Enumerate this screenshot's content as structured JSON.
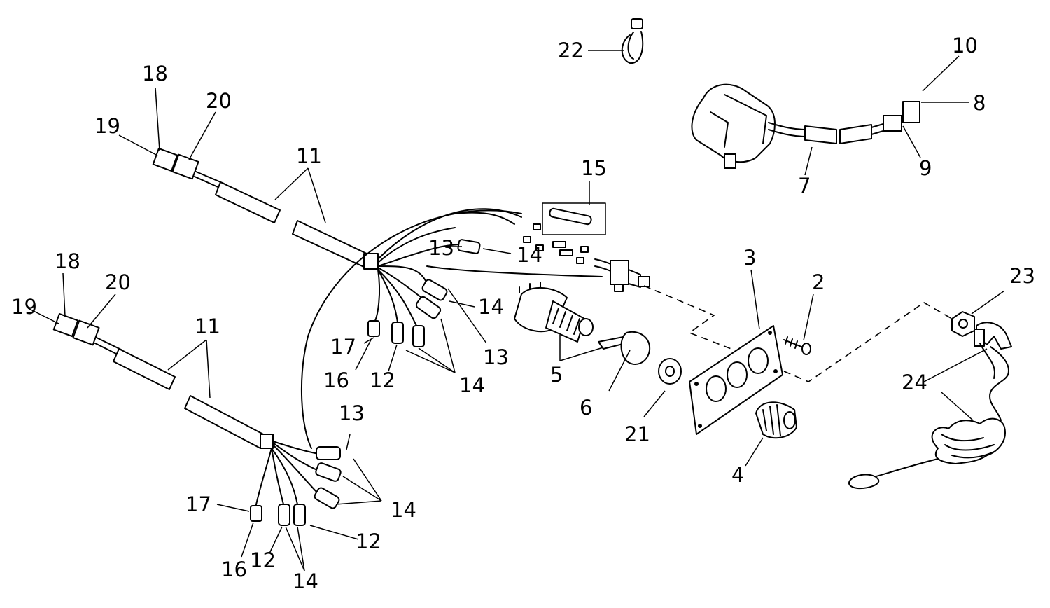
{
  "callouts": [
    {
      "id": "c22",
      "text": "22"
    },
    {
      "id": "c10",
      "text": "10"
    },
    {
      "id": "c8",
      "text": "8"
    },
    {
      "id": "c9",
      "text": "9"
    },
    {
      "id": "c7",
      "text": "7"
    },
    {
      "id": "c18a",
      "text": "18"
    },
    {
      "id": "c20a",
      "text": "20"
    },
    {
      "id": "c19a",
      "text": "19"
    },
    {
      "id": "c11a",
      "text": "11"
    },
    {
      "id": "c15",
      "text": "15"
    },
    {
      "id": "c13a",
      "text": "13"
    },
    {
      "id": "c14a",
      "text": "14"
    },
    {
      "id": "c14b",
      "text": "14"
    },
    {
      "id": "c13b",
      "text": "13"
    },
    {
      "id": "c17a",
      "text": "17"
    },
    {
      "id": "c16a",
      "text": "16"
    },
    {
      "id": "c12a",
      "text": "12"
    },
    {
      "id": "c14c",
      "text": "14"
    },
    {
      "id": "c5",
      "text": "5"
    },
    {
      "id": "c6",
      "text": "6"
    },
    {
      "id": "c3",
      "text": "3"
    },
    {
      "id": "c2",
      "text": "2"
    },
    {
      "id": "c23",
      "text": "23"
    },
    {
      "id": "c21",
      "text": "21"
    },
    {
      "id": "c4",
      "text": "4"
    },
    {
      "id": "c24",
      "text": "24"
    },
    {
      "id": "c18b",
      "text": "18"
    },
    {
      "id": "c20b",
      "text": "20"
    },
    {
      "id": "c19b",
      "text": "19"
    },
    {
      "id": "c11b",
      "text": "11"
    },
    {
      "id": "c13c",
      "text": "13"
    },
    {
      "id": "c14d",
      "text": "14"
    },
    {
      "id": "c17b",
      "text": "17"
    },
    {
      "id": "c12b",
      "text": "12"
    },
    {
      "id": "c12c",
      "text": "12"
    },
    {
      "id": "c16b",
      "text": "16"
    },
    {
      "id": "c14e",
      "text": "14"
    }
  ]
}
